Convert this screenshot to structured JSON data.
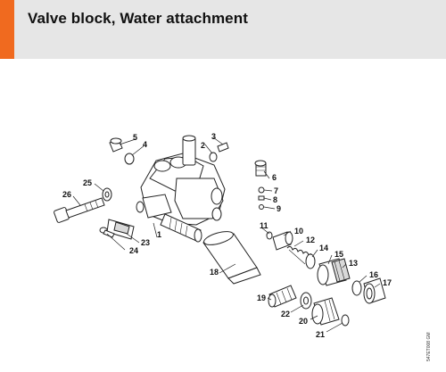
{
  "header": {
    "title": "Valve block, Water attachment",
    "accent_color": "#f06a1f",
    "background_color": "#e6e6e6"
  },
  "diagram": {
    "part_labels": [
      "1",
      "2",
      "3",
      "4",
      "5",
      "6",
      "7",
      "8",
      "9",
      "10",
      "11",
      "12",
      "13",
      "14",
      "15",
      "16",
      "17",
      "18",
      "19",
      "20",
      "21",
      "22",
      "23",
      "24",
      "25",
      "26"
    ],
    "drawing_code": "547ET008 GM"
  }
}
